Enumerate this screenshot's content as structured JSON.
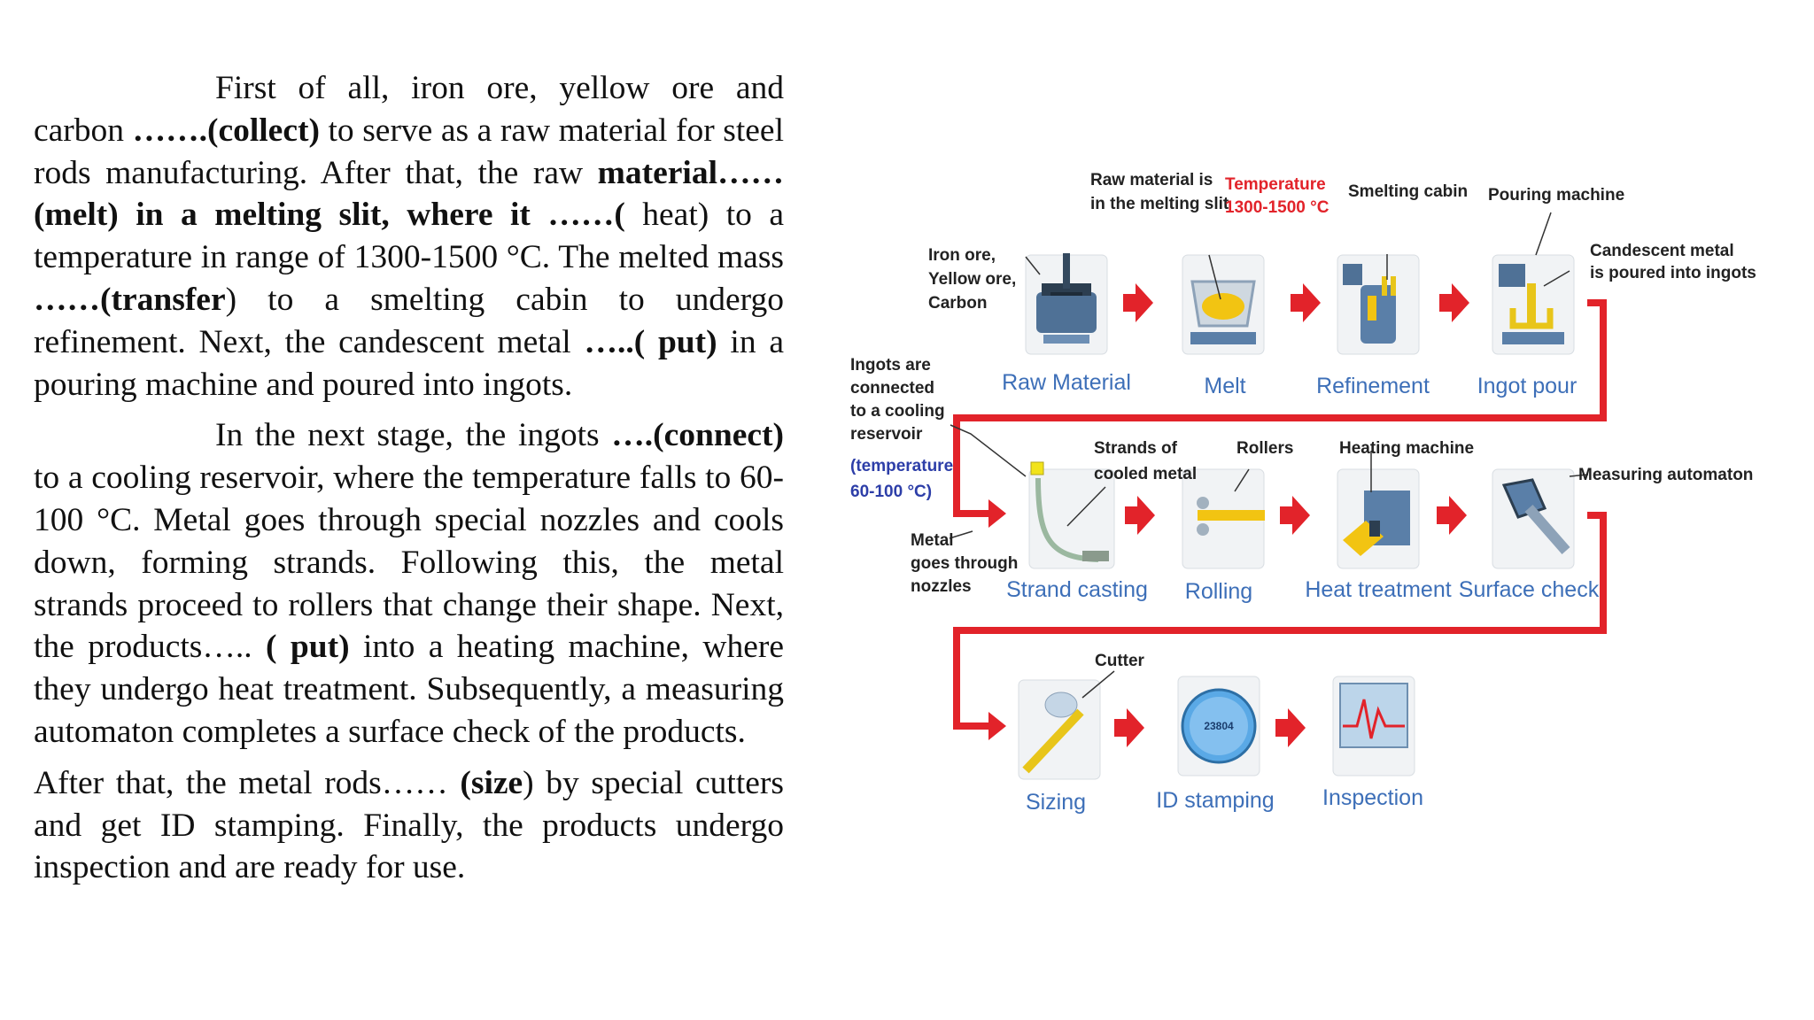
{
  "text": {
    "p1": {
      "t1": "First of all, iron ore, yellow ore and carbon ",
      "b1": "…….(collect)",
      "t2": " to serve as a raw material for steel rods manufacturing. After that, the raw ",
      "b2": "material…… (melt) in a melting slit, where it ……(",
      "t3": " heat) to a temperature in range of 1300-1500 °C. The melted mass ",
      "b3": "……(transfer",
      "t4": ") to a smelting cabin to undergo refinement. Next, the candescent metal ",
      "b4": "…..( put)",
      "t5": " in a pouring machine and poured into ingots."
    },
    "p2": {
      "t1": "In the next stage, the ingots ",
      "b1": "….(connect)",
      "t2": " to a cooling reservoir, where the temperature falls to 60-100 °C. Metal goes through special nozzles and cools down, forming strands. Following this, the metal strands proceed to rollers that change their shape. Next, the products….. ",
      "b2": "( put)",
      "t3": " into a heating machine, where they undergo heat treatment. Subsequently, a measuring automaton completes a surface check of the products."
    },
    "p3": {
      "t1": "After that, the metal rods…… ",
      "b1": "(size",
      "t2": ") by special cutters and get ID stamping. Finally, the products undergo inspection and are ready for use."
    }
  },
  "diagram": {
    "annotations": {
      "raw_material_is": "Raw material is",
      "in_the_melting_slit": "in the melting slit",
      "temperature": "Temperature",
      "temp_range": "1300-1500 °C",
      "smelting_cabin": "Smelting cabin",
      "pouring_machine": "Pouring machine",
      "iron_ore": "Iron ore,",
      "yellow_ore": "Yellow ore,",
      "carbon": "Carbon",
      "candescent_metal": "Candescent metal",
      "poured_into_ingots": "is poured into ingots",
      "ingots_are": "Ingots are",
      "connected": "connected",
      "to_a_cooling": "to a cooling",
      "reservoir": "reservoir",
      "temperature_paren": "(temperature",
      "cool_range": "60-100 °C)",
      "strands_of": "Strands of",
      "cooled_metal": "cooled metal",
      "rollers": "Rollers",
      "heating_machine": "Heating machine",
      "measuring_automaton": "Measuring automaton",
      "metal": "Metal",
      "goes_through": "goes through",
      "nozzles": "nozzles",
      "cutter": "Cutter",
      "stamp_number": "23804"
    },
    "stages": {
      "raw_material": "Raw Material",
      "melt": "Melt",
      "refinement": "Refinement",
      "ingot_pour": "Ingot pour",
      "strand_casting": "Strand casting",
      "rolling": "Rolling",
      "heat_treatment": "Heat treatment",
      "surface_check": "Surface check",
      "sizing": "Sizing",
      "id_stamping": "ID stamping",
      "inspection": "Inspection"
    },
    "colors": {
      "flow_red": "#e2232a",
      "stage_label_blue": "#3d6fb8",
      "temperature_red": "#e2232a",
      "machine_steel": "#5a7fa8",
      "metal_yellow": "#e8c51a"
    },
    "icons": [
      "ore-bucket-icon",
      "melting-crucible-icon",
      "smelting-cabin-icon",
      "pouring-machine-icon",
      "strand-casting-icon",
      "rollers-icon",
      "heating-machine-icon",
      "measuring-automaton-icon",
      "cutter-icon",
      "id-stamp-icon",
      "inspection-monitor-icon"
    ]
  }
}
